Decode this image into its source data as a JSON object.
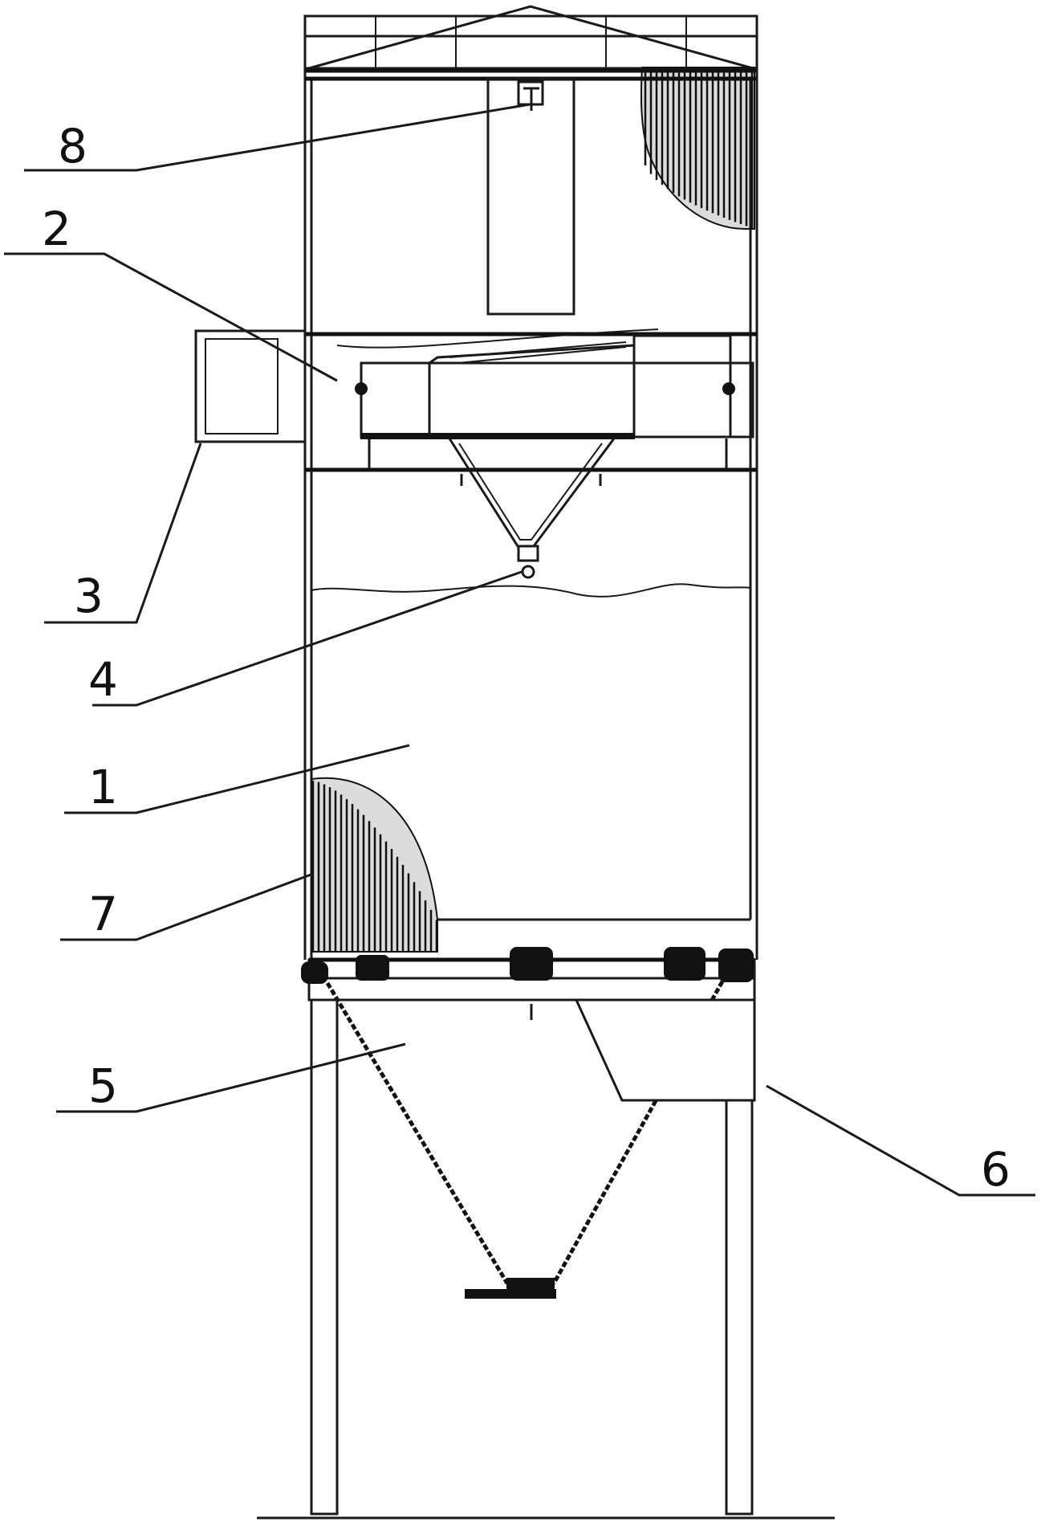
{
  "figure": {
    "labels": [
      {
        "id": "label-8",
        "text": "8"
      },
      {
        "id": "label-2",
        "text": "2"
      },
      {
        "id": "label-3",
        "text": "3"
      },
      {
        "id": "label-4",
        "text": "4"
      },
      {
        "id": "label-1",
        "text": "1"
      },
      {
        "id": "label-7",
        "text": "7"
      },
      {
        "id": "label-5",
        "text": "5"
      },
      {
        "id": "label-6",
        "text": "6"
      }
    ]
  }
}
